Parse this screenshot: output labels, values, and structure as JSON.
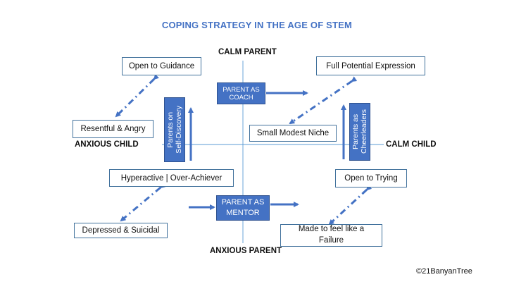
{
  "title": "COPING STRATEGY IN THE AGE OF STEM",
  "axes": {
    "top": "CALM PARENT",
    "bottom": "ANXIOUS PARENT",
    "left": "ANXIOUS CHILD",
    "right": "CALM CHILD"
  },
  "boxes": {
    "open_to_guidance": "Open to Guidance",
    "resentful_angry": "Resentful & Angry",
    "full_potential": "Full Potential Expression",
    "small_modest_niche": "Small Modest Niche",
    "hyperactive": "Hyperactive | Over-Achiever",
    "depressed": "Depressed & Suicidal",
    "open_to_trying": "Open to Trying",
    "made_to_feel_line1": "Made to feel like a",
    "made_to_feel_line2": "Failure"
  },
  "roles": {
    "parent_as_coach": "PARENT AS COACH",
    "parent_as_mentor_line1": "PARENT AS",
    "parent_as_mentor_line2": "MENTOR",
    "self_discovery_line1": "Parents on",
    "self_discovery_line2": "Self-Discovery",
    "cheerleaders_line1": "Parents as",
    "cheerleaders_line2": "Cheerleaders"
  },
  "copyright": "©21BanyanTree",
  "colors": {
    "accent": "#4472c4",
    "box_border": "#41719c",
    "axis": "#5b9bd5"
  }
}
